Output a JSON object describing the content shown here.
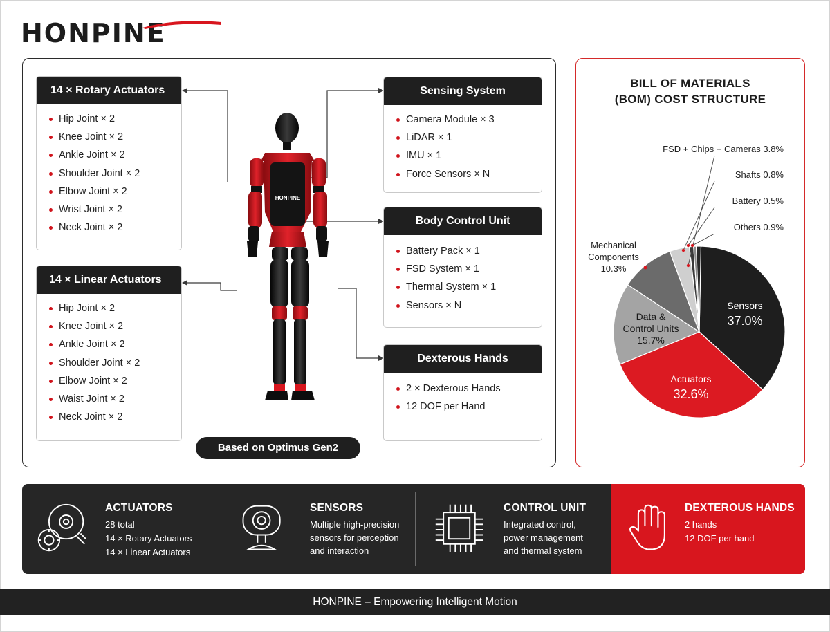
{
  "brand": {
    "name": "HONPINE",
    "accent": "#d8161e",
    "dark": "#1f1f1f"
  },
  "cards": {
    "rotary": {
      "title": "14 × Rotary Actuators",
      "items": [
        "Hip Joint × 2",
        "Knee Joint × 2",
        "Ankle Joint × 2",
        "Shoulder Joint × 2",
        "Elbow Joint × 2",
        "Wrist Joint × 2",
        "Neck Joint × 2"
      ]
    },
    "linear": {
      "title": "14 × Linear Actuators",
      "items": [
        "Hip Joint × 2",
        "Knee Joint × 2",
        "Ankle Joint × 2",
        "Shoulder Joint × 2",
        "Elbow Joint × 2",
        "Waist Joint × 2",
        "Neck Joint × 2"
      ]
    },
    "sensing": {
      "title": "Sensing System",
      "items": [
        "Camera Module × 3",
        "LiDAR × 1",
        "IMU × 1",
        "Force Sensors × N"
      ]
    },
    "body_control": {
      "title": "Body Control Unit",
      "items": [
        "Battery Pack × 1",
        "FSD System × 1",
        "Thermal System × 1",
        "Sensors × N"
      ]
    },
    "hands": {
      "title": "Dexterous Hands",
      "items": [
        "2 × Dexterous Hands",
        "12 DOF per Hand"
      ]
    }
  },
  "robot": {
    "chest_label": "HONPINE"
  },
  "pill_label": "Based on Optimus Gen2",
  "bom": {
    "title_line1": "BILL OF MATERIALS",
    "title_line2": "(BOM) COST STRUCTURE"
  },
  "chart_data": {
    "type": "pie",
    "title": "BILL OF MATERIALS (BOM) COST STRUCTURE",
    "slices": [
      {
        "label": "Sensors",
        "value": 37.0,
        "display": "37.0%",
        "color": "#1e1e1e",
        "label_inside": true
      },
      {
        "label": "Actuators",
        "value": 32.6,
        "display": "32.6%",
        "color": "#dc1a22",
        "label_inside": true
      },
      {
        "label": "Data & Control Units",
        "label_lines": [
          "Data &",
          "Control Units"
        ],
        "value": 15.7,
        "display": "15.7%",
        "color": "#a4a4a4",
        "label_inside": true
      },
      {
        "label": "Mechanical Components",
        "label_lines": [
          "Mechanical",
          "Components"
        ],
        "value": 10.3,
        "display": "10.3%",
        "color": "#6b6b6b",
        "label_inside": false
      },
      {
        "label": "FSD + Chips + Cameras",
        "value": 3.8,
        "display": "3.8%",
        "color": "#cfcfcf",
        "label_inside": false
      },
      {
        "label": "Shafts",
        "value": 0.8,
        "display": "0.8%",
        "color": "#3a3a3a",
        "label_inside": false
      },
      {
        "label": "Battery",
        "value": 0.5,
        "display": "0.5%",
        "color": "#8a8a8a",
        "label_inside": false
      },
      {
        "label": "Others",
        "value": 0.9,
        "display": "0.9%",
        "color": "#2a2a2a",
        "label_inside": false
      }
    ]
  },
  "features": [
    {
      "title": "ACTUATORS",
      "lines": [
        "28 total",
        "14 × Rotary Actuators",
        "14 × Linear Actuators"
      ],
      "icon": "gear-motor-icon"
    },
    {
      "title": "SENSORS",
      "lines": [
        "Multiple high-precision",
        "sensors for perception",
        "and interaction"
      ],
      "icon": "camera-sensor-icon"
    },
    {
      "title": "CONTROL UNIT",
      "lines": [
        "Integrated control,",
        "power management",
        "and thermal system"
      ],
      "icon": "chip-icon"
    },
    {
      "title": "DEXTEROUS HANDS",
      "lines": [
        "2 hands",
        "12 DOF per hand"
      ],
      "icon": "hand-icon"
    }
  ],
  "footer": "HONPINE – Empowering Intelligent Motion"
}
